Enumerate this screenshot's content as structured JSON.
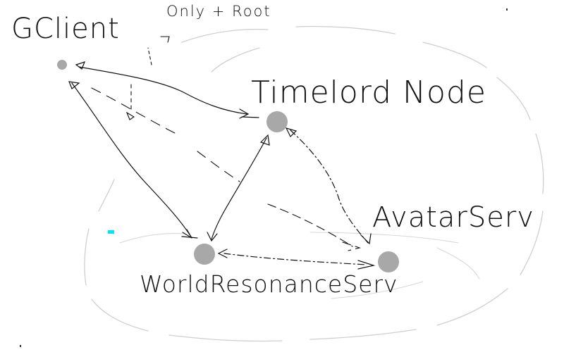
{
  "labels": {
    "gclient": "GClient",
    "note": "Only + Root",
    "timelord": "Timelord Node",
    "avatar": "AvatarServ",
    "world": "WorldResonanceServ"
  },
  "colors": {
    "ink": "#111111",
    "node": "#a8a8a8",
    "faint_ring": "#cfcfcf",
    "speck": "#00e5ff"
  }
}
